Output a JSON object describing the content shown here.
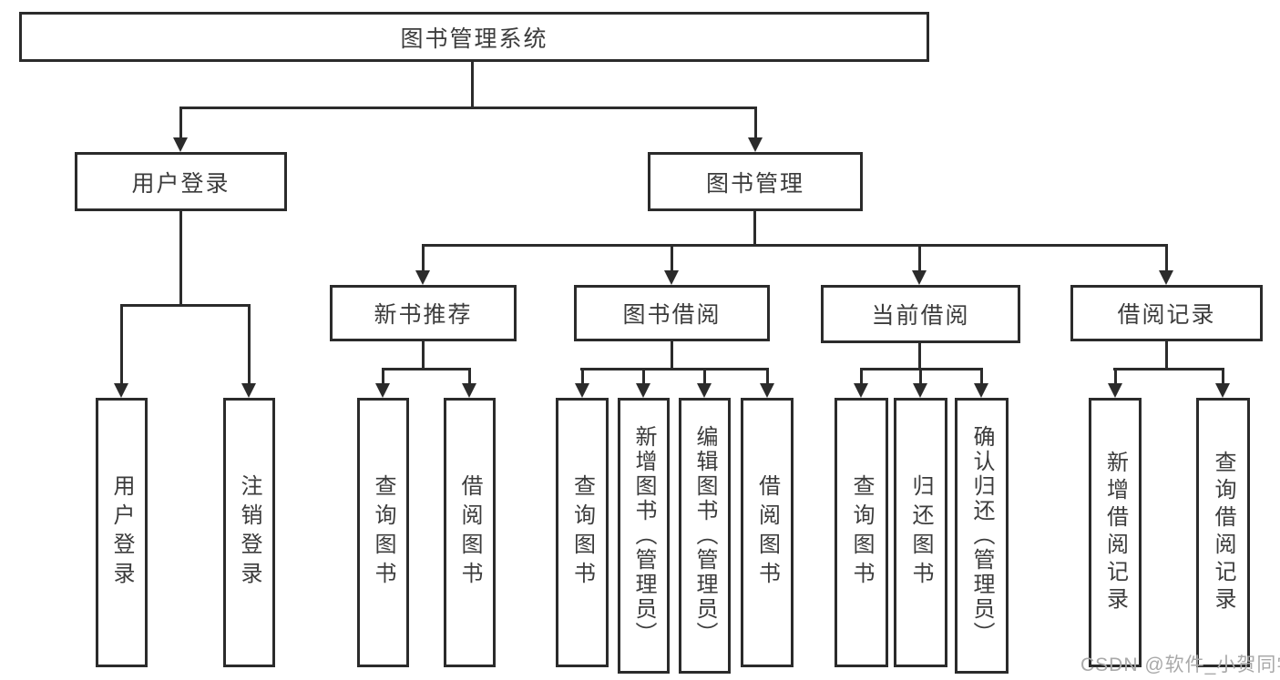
{
  "meta": {
    "diagram_type": "hierarchy-tree",
    "colors": {
      "line": "#2b2b2b",
      "box_border": "#2b2b2b",
      "text": "#3c3c3c",
      "background": "#ffffff",
      "watermark": "#a9a9a9"
    }
  },
  "tree": {
    "root": {
      "label": "图书管理系统",
      "children": [
        {
          "label": "用户登录",
          "children": [
            {
              "label": "用户登录"
            },
            {
              "label": "注销登录"
            }
          ]
        },
        {
          "label": "图书管理",
          "children": [
            {
              "label": "新书推荐",
              "children": [
                {
                  "label": "查询图书"
                },
                {
                  "label": "借阅图书"
                }
              ]
            },
            {
              "label": "图书借阅",
              "children": [
                {
                  "label": "查询图书"
                },
                {
                  "label": "新增图书（管理员）"
                },
                {
                  "label": "编辑图书（管理员）"
                },
                {
                  "label": "借阅图书"
                }
              ]
            },
            {
              "label": "当前借阅",
              "children": [
                {
                  "label": "查询图书"
                },
                {
                  "label": "归还图书"
                },
                {
                  "label": "确认归还（管理员）"
                }
              ]
            },
            {
              "label": "借阅记录",
              "children": [
                {
                  "label": "新增借阅记录"
                },
                {
                  "label": "查询借阅记录"
                }
              ]
            }
          ]
        }
      ]
    }
  },
  "watermark": {
    "text": "CSDN @软件_小贺同学"
  }
}
